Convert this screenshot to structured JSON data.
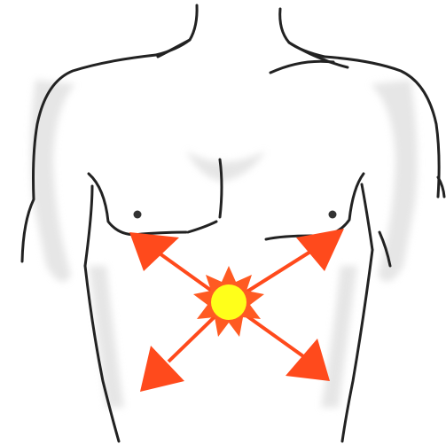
{
  "figure": {
    "subject": "torso-outline",
    "background_color": "#ffffff",
    "outline_color": "#222222",
    "shading_color": "#d9d9d9",
    "nipple_color": "#333333",
    "arrow_color": "#ff4a1c",
    "center_fill": "#ffff1a",
    "center_glow": "#ff5a22",
    "arrow_directions": [
      "upper-left",
      "upper-right",
      "lower-left",
      "lower-right"
    ],
    "icons": [
      "torso-outline-icon",
      "pain-center-icon",
      "arrow-icon"
    ]
  }
}
